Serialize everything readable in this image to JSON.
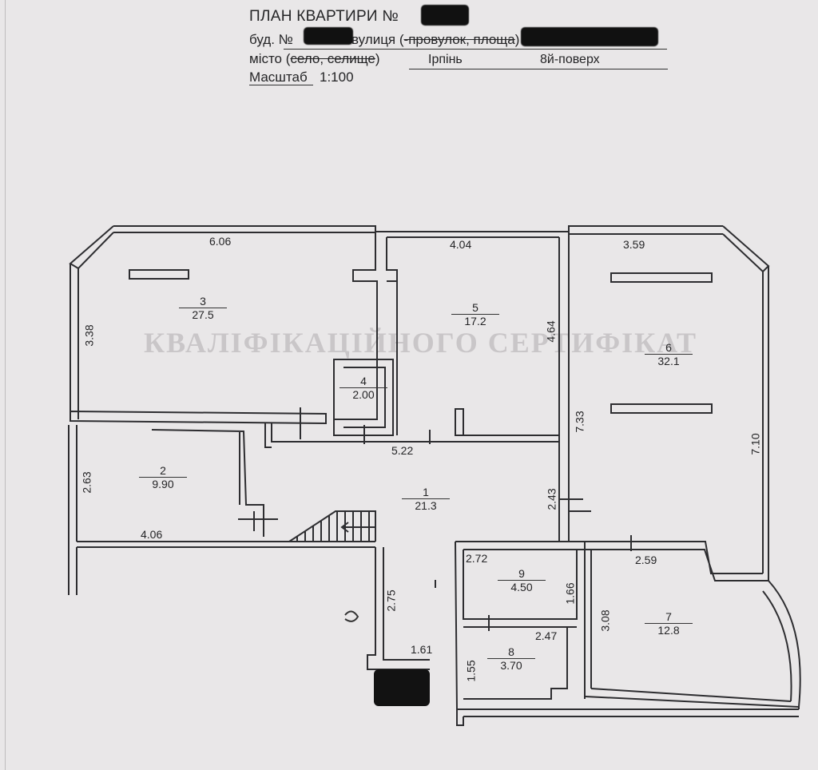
{
  "header": {
    "title": "ПЛАН КВАРТИРИ №",
    "building_label": "буд. №",
    "street_label": "вулиця (",
    "street_label_struck": "-провулок, площа",
    "street_label_end": ")",
    "city_label": "місто (",
    "city_label_struck": "село, селище",
    "city_label_end": ")",
    "city_value": "Ірпінь",
    "floor_value": "8й-поверх",
    "scale_label": "Масштаб",
    "scale_value": "1:100"
  },
  "dimensions": {
    "top_room3": "6.06",
    "top_room5": "4.04",
    "top_room6": "3.59",
    "left_room3": "3.38",
    "right_room5": "4.64",
    "corridor_width": "5.22",
    "right_corridor": "7.33",
    "right_room6": "7.10",
    "left_room2": "2.63",
    "bottom_room2": "4.06",
    "room1_right": "2.43",
    "room9_width": "2.72",
    "room9_height": "1.66",
    "room7_width": "2.59",
    "room7_left": "3.08",
    "stair_height": "2.75",
    "room8_width": "2.47",
    "entrance_width": "1.61",
    "room8_height": "1.55"
  },
  "rooms": [
    {
      "number": "1",
      "area": "21.3"
    },
    {
      "number": "2",
      "area": "9.90"
    },
    {
      "number": "3",
      "area": "27.5"
    },
    {
      "number": "4",
      "area": "2.00"
    },
    {
      "number": "5",
      "area": "17.2"
    },
    {
      "number": "6",
      "area": "32.1"
    },
    {
      "number": "7",
      "area": "12.8"
    },
    {
      "number": "8",
      "area": "3.70"
    },
    {
      "number": "9",
      "area": "4.50"
    }
  ],
  "stamp": {
    "heading": "КВАЛІФІКАЦІЙНОГО СЕРТИФІКАТ"
  },
  "colors": {
    "paper": "#e9e7e8",
    "ink": "#242426",
    "redaction": "#111111",
    "faint_text": "#c9c6c8"
  }
}
